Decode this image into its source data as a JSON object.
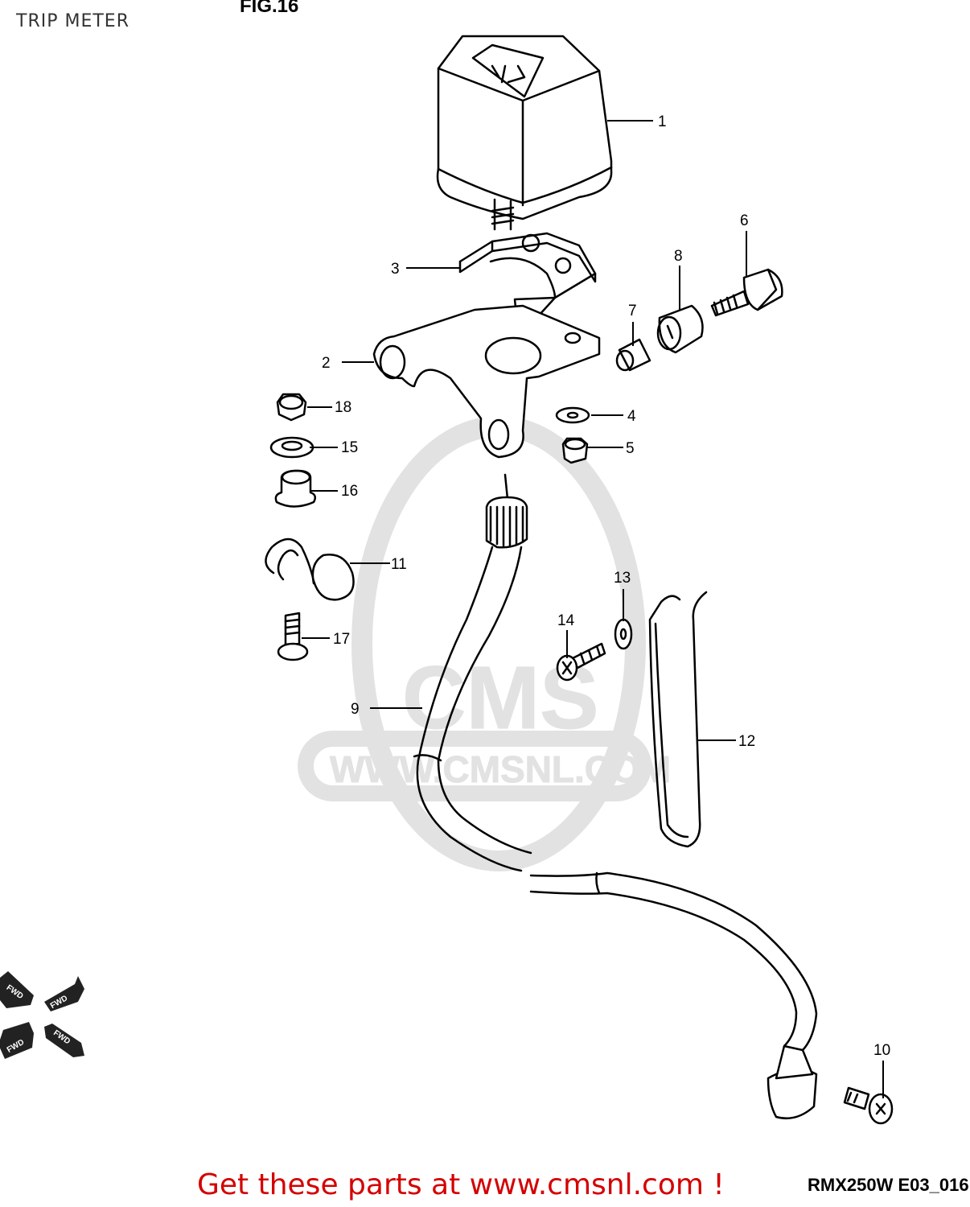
{
  "page_title": "TRIP METER",
  "figure_label": "FIG.16",
  "watermark": {
    "logo_text": "CMS",
    "url_text": "WWW.CMSNL.COM"
  },
  "callouts": [
    "1",
    "2",
    "3",
    "4",
    "5",
    "6",
    "7",
    "8",
    "9",
    "10",
    "11",
    "12",
    "13",
    "14",
    "15",
    "16",
    "17",
    "18"
  ],
  "orientation_icons": [
    "FWD",
    "FWD",
    "FWD",
    "FWD"
  ],
  "promo_text": "Get these parts at www.cmsnl.com !",
  "diagram_code": "RMX250W E03_016",
  "colors": {
    "promo": "#d40000",
    "line": "#000000",
    "watermark": "#d8d8d8"
  }
}
